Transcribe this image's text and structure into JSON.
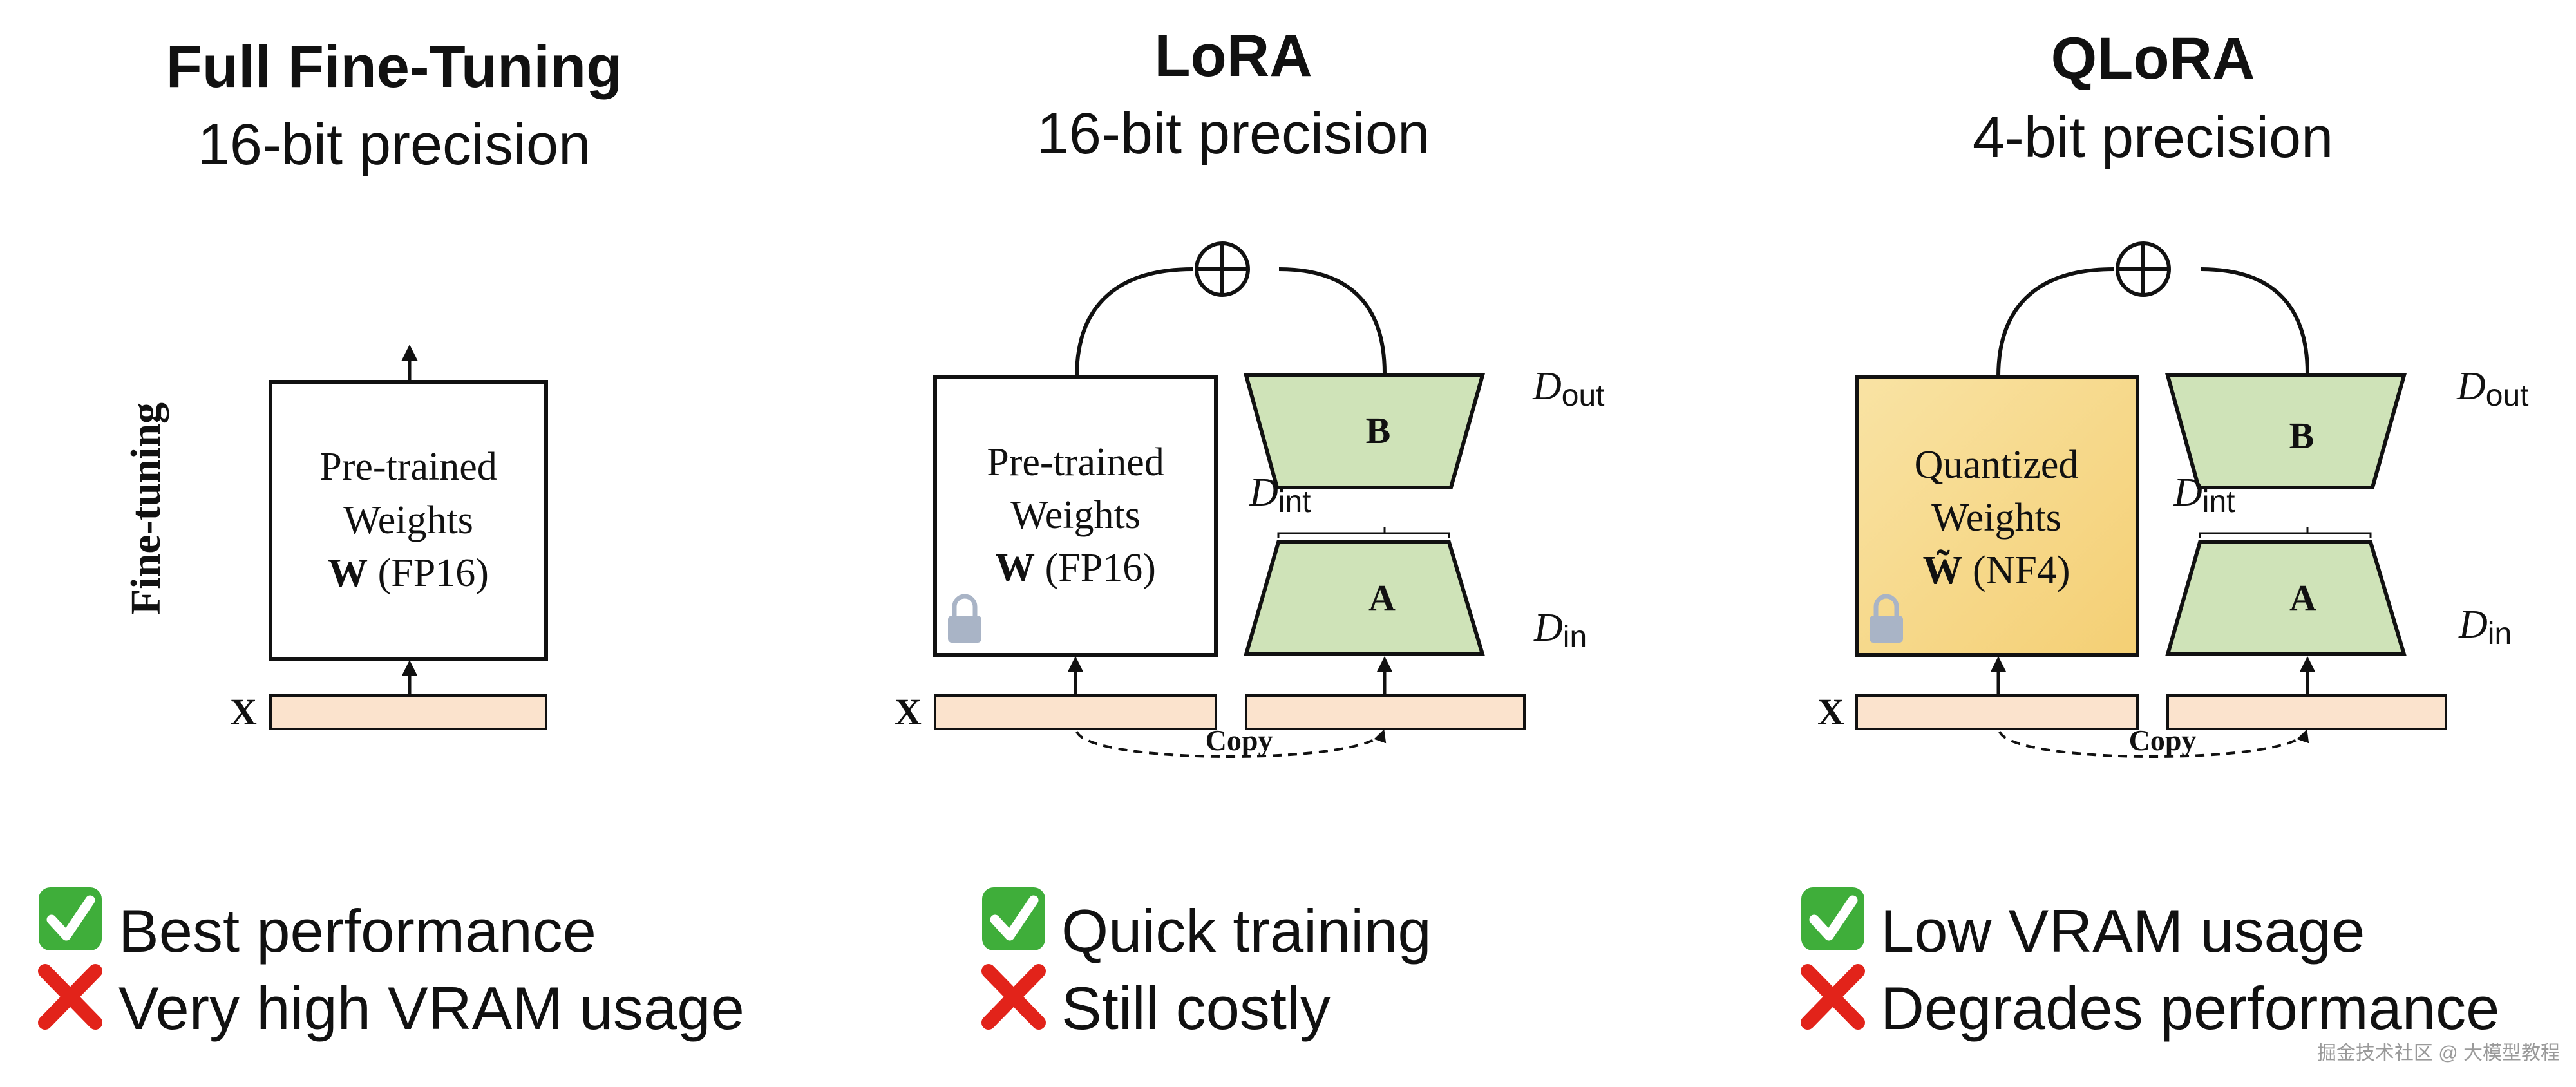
{
  "panels": [
    {
      "title": "Full Fine-Tuning",
      "subtitle": "16-bit precision",
      "side_label": "Fine-tuning",
      "box": {
        "line1": "Pre-trained",
        "line2": "Weights",
        "symbol": "W",
        "format": "(FP16)"
      },
      "input_label": "X",
      "pros": [
        "Best performance"
      ],
      "cons": [
        "Very high VRAM usage"
      ]
    },
    {
      "title": "LoRA",
      "subtitle": "16-bit precision",
      "box": {
        "line1": "Pre-trained",
        "line2": "Weights",
        "symbol": "W",
        "format": "(FP16)"
      },
      "adapter_b": "B",
      "adapter_a": "A",
      "dims": {
        "out": "D",
        "out_sub": "out",
        "int": "D",
        "int_sub": "int",
        "in": "D",
        "in_sub": "in"
      },
      "input_label": "X",
      "copy_label": "Copy",
      "pros": [
        "Quick training"
      ],
      "cons": [
        "Still costly"
      ]
    },
    {
      "title": "QLoRA",
      "subtitle": "4-bit precision",
      "box": {
        "line1": "Quantized",
        "line2": "Weights",
        "symbol": "W̃",
        "format": "(NF4)"
      },
      "adapter_b": "B",
      "adapter_a": "A",
      "dims": {
        "out": "D",
        "out_sub": "out",
        "int": "D",
        "int_sub": "int",
        "in": "D",
        "in_sub": "in"
      },
      "input_label": "X",
      "copy_label": "Copy",
      "pros": [
        "Low VRAM usage"
      ],
      "cons": [
        "Degrades performance"
      ]
    }
  ],
  "icons": {
    "pro": "check-mark-icon",
    "con": "cross-mark-icon",
    "frozen": "lock-icon",
    "merge": "circled-plus-icon"
  },
  "colors": {
    "adapter_fill": "#cfe3b8",
    "input_fill": "#fbe3cd",
    "quantized_fill": "#f7d98c",
    "check_green": "#3fae3a",
    "cross_red": "#e2231a"
  },
  "watermark": "掘金技术社区 @ 大模型教程"
}
